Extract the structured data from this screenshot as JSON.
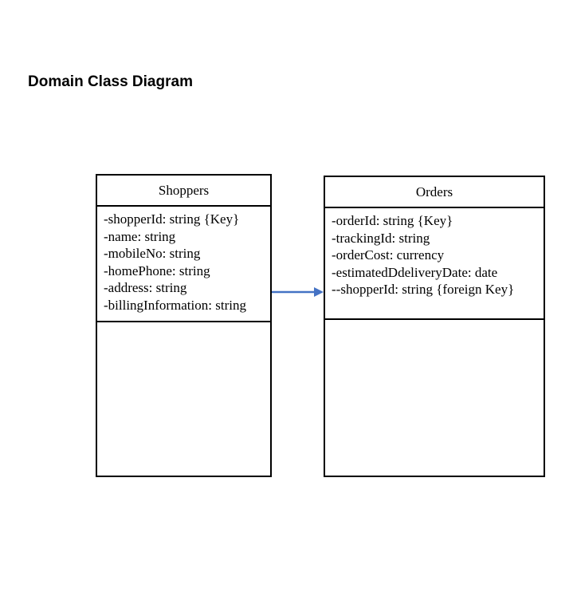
{
  "title": "Domain Class Diagram",
  "diagram": {
    "classes": [
      {
        "name": "Shoppers",
        "attributes": [
          "-shopperId: string {Key}",
          "-name: string",
          "-mobileNo: string",
          "-homePhone: string",
          "-address: string",
          "-billingInformation: string"
        ]
      },
      {
        "name": "Orders",
        "attributes": [
          "-orderId: string {Key}",
          "-trackingId: string",
          "-orderCost: currency",
          "-estimatedDdeliveryDate: date",
          "--shopperId: string {foreign Key}"
        ]
      }
    ],
    "relationship": {
      "from": "Shoppers",
      "to": "Orders",
      "color": "#4472C4"
    }
  }
}
